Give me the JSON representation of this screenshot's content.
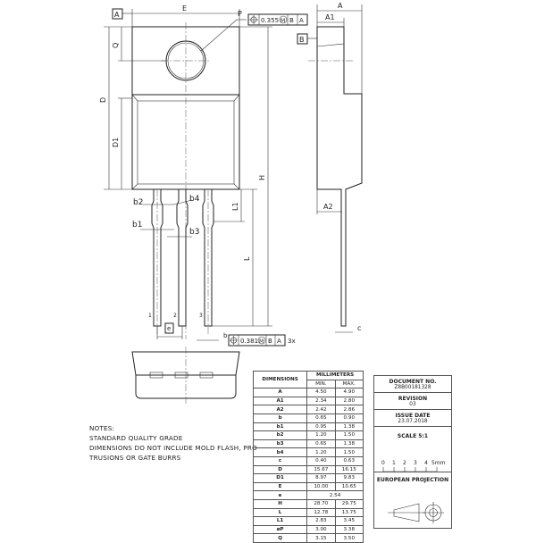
{
  "drawing": {
    "labels": {
      "E": "E",
      "P": "P",
      "Q": "Q",
      "D": "D",
      "D1": "D1",
      "H": "H",
      "L": "L",
      "L1": "L1",
      "A": "A",
      "A1": "A1",
      "A2": "A2",
      "c": "c",
      "e": "e",
      "b": "b",
      "b1": "b1",
      "b2": "b2",
      "b3": "b3",
      "b4": "b4",
      "datum_A": "A",
      "datum_B": "B",
      "pin1": "1",
      "pin2": "2",
      "pin3": "3"
    },
    "tolerance_hole": {
      "value": "0.355",
      "modifier": "M",
      "ref1": "B",
      "ref2": "A"
    },
    "tolerance_leads": {
      "value": "0.381",
      "modifier": "M",
      "ref1": "B",
      "ref2": "A",
      "count": "3x"
    }
  },
  "notes": {
    "title": "NOTES:",
    "lines": [
      "STANDARD QUALITY GRADE",
      "DIMENSIONS DO NOT INCLUDE MOLD FLASH, PRO-",
      "TRUSIONS OR GATE BURRS"
    ]
  },
  "table": {
    "header": "DIMENSIONS",
    "group": "MILLIMETERS",
    "min": "MIN.",
    "max": "MAX.",
    "rows": [
      {
        "dim": "A",
        "min": "4.50",
        "max": "4.90"
      },
      {
        "dim": "A1",
        "min": "2.34",
        "max": "2.80"
      },
      {
        "dim": "A2",
        "min": "2.42",
        "max": "2.86"
      },
      {
        "dim": "b",
        "min": "0.65",
        "max": "0.90"
      },
      {
        "dim": "b1",
        "min": "0.95",
        "max": "1.38"
      },
      {
        "dim": "b2",
        "min": "1.20",
        "max": "1.50"
      },
      {
        "dim": "b3",
        "min": "0.65",
        "max": "1.38"
      },
      {
        "dim": "b4",
        "min": "1.20",
        "max": "1.50"
      },
      {
        "dim": "c",
        "min": "0.40",
        "max": "0.63"
      },
      {
        "dim": "D",
        "min": "15.67",
        "max": "16.15"
      },
      {
        "dim": "D1",
        "min": "8.97",
        "max": "9.83"
      },
      {
        "dim": "E",
        "min": "10.00",
        "max": "10.65"
      },
      {
        "dim": "e",
        "nom": "2.54"
      },
      {
        "dim": "H",
        "min": "28.70",
        "max": "29.75"
      },
      {
        "dim": "L",
        "min": "12.78",
        "max": "13.75"
      },
      {
        "dim": "L1",
        "min": "2.83",
        "max": "3.45"
      },
      {
        "dim": "øP",
        "min": "3.00",
        "max": "3.38"
      },
      {
        "dim": "Q",
        "min": "3.15",
        "max": "3.50"
      }
    ]
  },
  "info": {
    "doc_label": "DOCUMENT NO.",
    "doc_value": "Z8B00181328",
    "rev_label": "REVISION",
    "rev_value": "03",
    "date_label": "ISSUE DATE",
    "date_value": "23.07.2018",
    "scale_label": "SCALE  5:1",
    "scale_ticks": [
      "0",
      "1",
      "2",
      "3",
      "4",
      "5mm"
    ],
    "projection_label": "EUROPEAN PROJECTION"
  }
}
